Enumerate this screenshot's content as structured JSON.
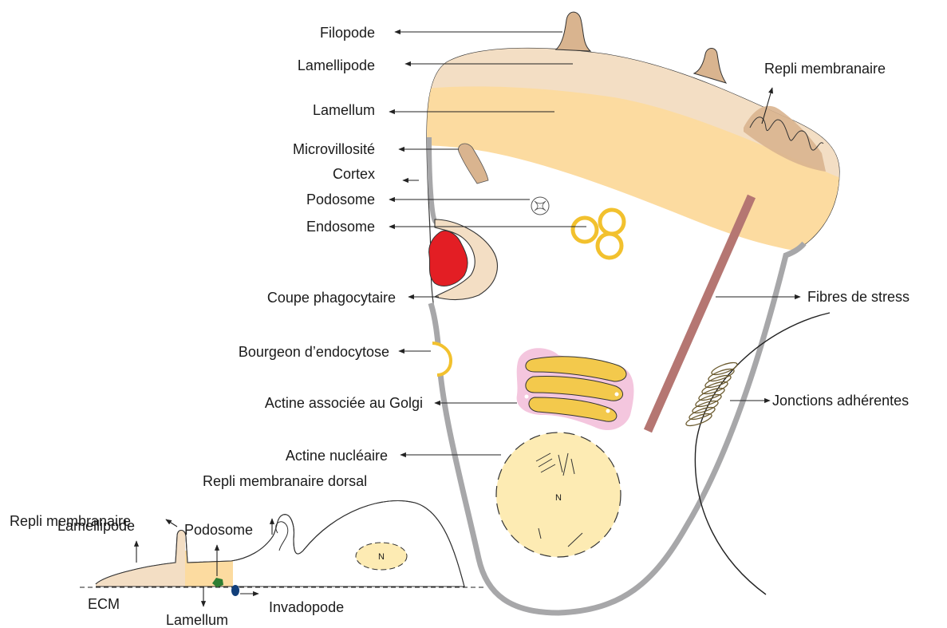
{
  "labels": {
    "filopode": "Filopode",
    "lamellipode": "Lamellipode",
    "lamellum": "Lamellum",
    "microvillosite": "Microvillosité",
    "cortex": "Cortex",
    "podosome": "Podosome",
    "endosome": "Endosome",
    "coupe_phagocytaire": "Coupe phagocytaire",
    "bourgeon_endocytose": "Bourgeon d’endocytose",
    "actine_golgi": "Actine associée au Golgi",
    "actine_nucleaire": "Actine nucléaire",
    "repli_membranaire": "Repli membranaire",
    "fibres_de_stress": "Fibres de stress",
    "jonctions_adherentes": "Jonctions adhérentes",
    "nucleus": "N"
  },
  "side_view": {
    "repli_membranaire": "Repli membranaire",
    "lamellipode": "Lamellipode",
    "repli_dorsal": "Repli membranaire dorsal",
    "podosome": "Podosome",
    "ecm": "ECM",
    "lamellum": "Lamellum",
    "invadopode": "Invadopode",
    "nucleus": "N"
  },
  "colors": {
    "lamellipodium": "#F3DEC4",
    "lamellum": "#FCDBA0",
    "filopodium": "#D9B48F",
    "cortex": "#A7A7A9",
    "stress_fiber": "#B57672",
    "endosome_ring": "#F2C12E",
    "golgi": "#F3C94C",
    "golgi_actin": "#F4C6DE",
    "nucleus": "#FDEBB3",
    "phagocytosed_particle": "#E31E24",
    "podosome_green": "#2E7D32",
    "invadopode_blue": "#123F7A"
  }
}
